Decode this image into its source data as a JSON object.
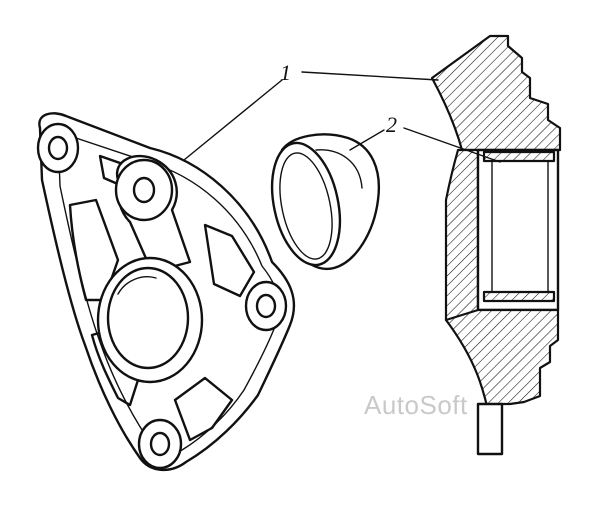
{
  "callouts": [
    {
      "id": "1",
      "label": "1"
    },
    {
      "id": "2",
      "label": "2"
    }
  ],
  "watermark": "AutoSoft",
  "colors": {
    "ink": "#111111",
    "watermark": "#c9c9c9",
    "background": "#ffffff"
  }
}
